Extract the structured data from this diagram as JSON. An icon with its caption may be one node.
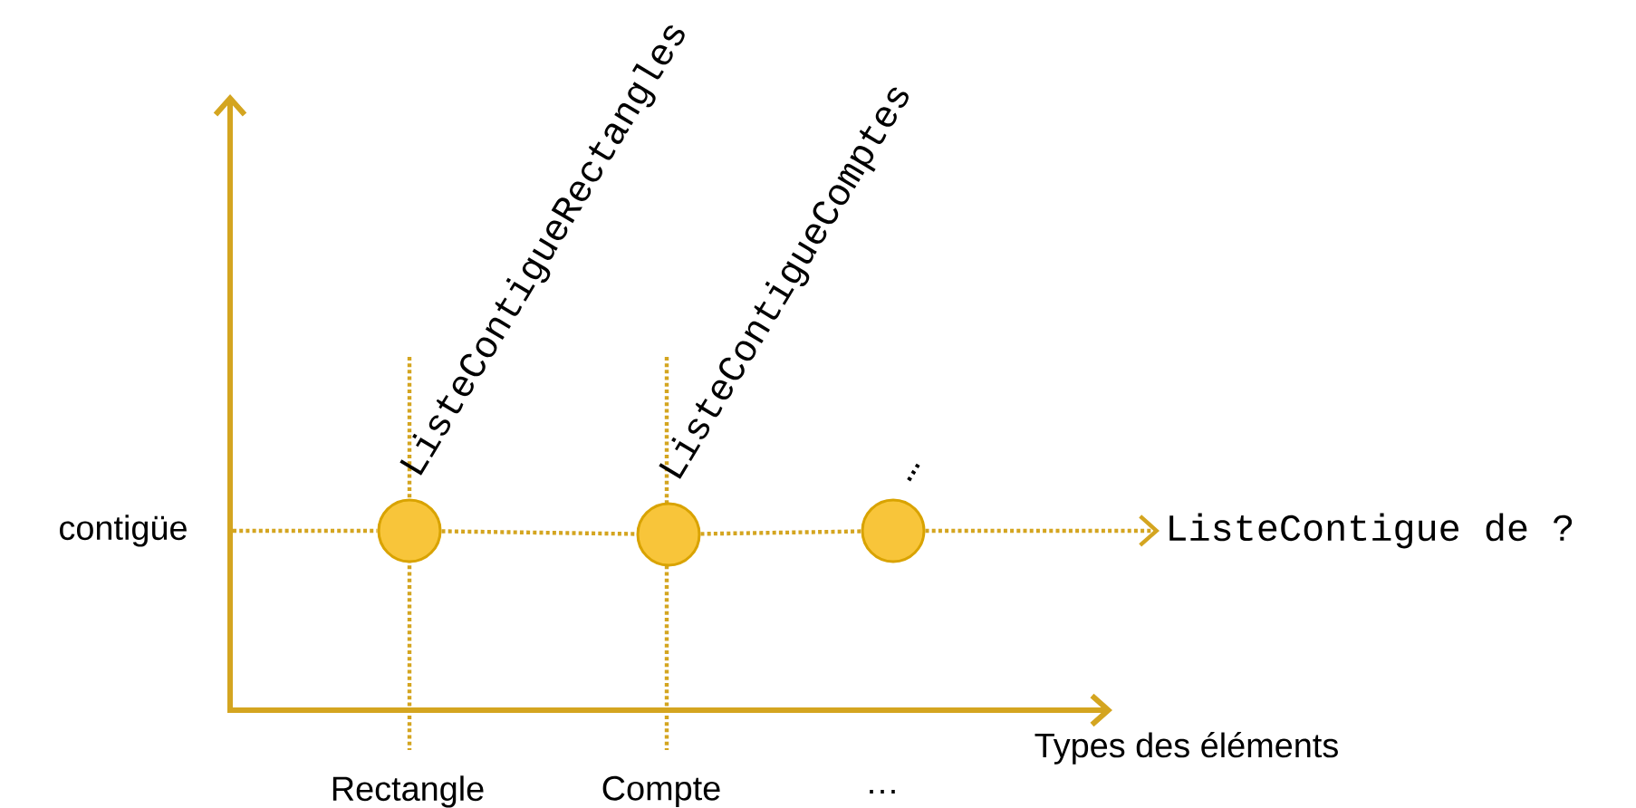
{
  "diagram": {
    "nodes": [
      {
        "text": [],
        "shape": "circle",
        "beside": [
          "ListeContigueRectangles"
        ]
      },
      {
        "text": [],
        "shape": "circle",
        "beside": [
          "ListeContigueComptes"
        ]
      },
      {
        "text": [],
        "shape": "circle",
        "beside": [
          "…"
        ]
      },
      {
        "text": [
          "ListeContigue de ?"
        ]
      }
    ],
    "edges": [
      {
        "from": null,
        "to": 0,
        "arrow": "none"
      },
      {
        "from": 0,
        "to": 1,
        "arrow": "none"
      },
      {
        "from": 1,
        "to": 2,
        "arrow": "none"
      },
      {
        "from": 2,
        "to": 3,
        "arrow": "to"
      }
    ],
    "labels": [
      "contigüe",
      "Types des éléments",
      "Rectangle",
      "Compte",
      "…"
    ]
  }
}
